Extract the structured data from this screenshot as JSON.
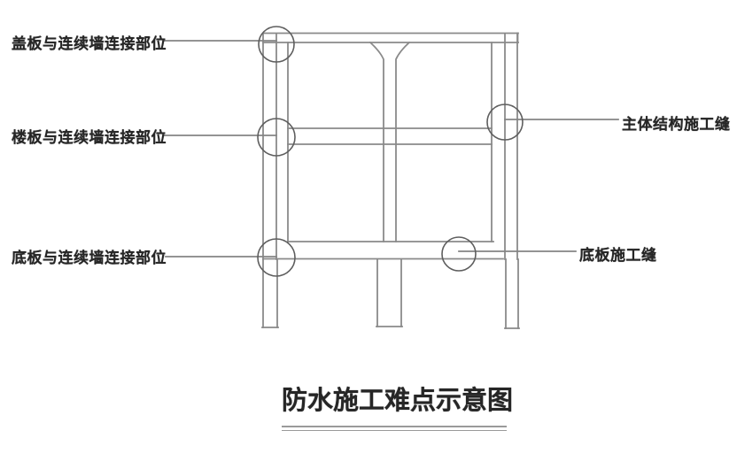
{
  "diagram": {
    "title": "防水施工难点示意图",
    "labels_left": [
      {
        "text": "盖板与连续墙连接部位"
      },
      {
        "text": "楼板与连续墙连接部位"
      },
      {
        "text": "底板与连续墙连接部位"
      }
    ],
    "labels_right": [
      {
        "text": "主体结构施工缝"
      },
      {
        "text": "底板施工缝"
      }
    ],
    "markers": [
      "cover-plate-to-diaphragm-wall-connection",
      "floor-slab-to-diaphragm-wall-connection",
      "bottom-slab-to-diaphragm-wall-connection",
      "main-structure-construction-joint",
      "bottom-slab-construction-joint"
    ],
    "colors": {
      "line": "#8a8a8a",
      "circle": "#5e5e5e",
      "leader": "#848484",
      "text": "#262626",
      "background": "#ffffff"
    }
  }
}
